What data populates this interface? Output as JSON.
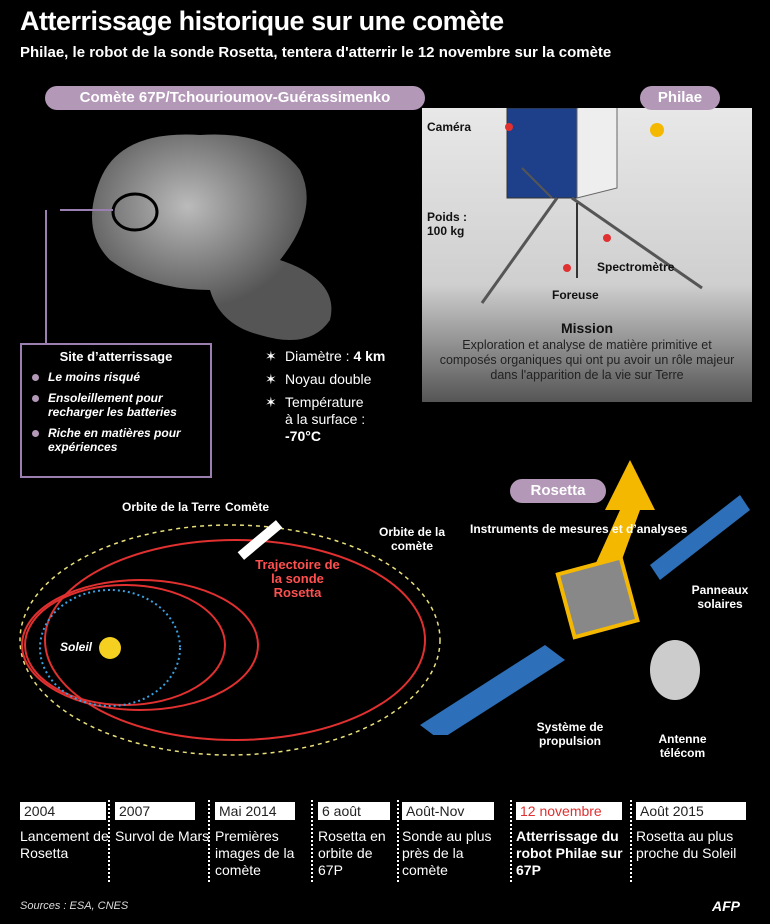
{
  "title": "Atterrissage historique sur une comète",
  "subtitle": "Philae, le robot de la sonde Rosetta, tentera d'atterrir le 12 novembre sur la comète",
  "comet": {
    "label": "Comète 67P/Tchourioumov-Guérassimenko",
    "site": {
      "title": "Site d’atterrissage",
      "items": [
        "Le moins risqué",
        "Ensoleillement pour recharger les batteries",
        "Riche  en matières pour expériences"
      ]
    },
    "facts": {
      "diam_label": "Diamètre : ",
      "diam_value": "4 km",
      "noyau": "Noyau double",
      "temp_label": "Température à la surface :",
      "temp_value": "-70°C"
    }
  },
  "philae": {
    "label": "Philae",
    "camera": "Caméra",
    "poids": "Poids :",
    "poids_value": "100 kg",
    "spectro": "Spectromètre",
    "foreuse": "Foreuse",
    "mission_title": "Mission",
    "mission_text": "Exploration et analyse de matière primitive et composés organiques qui ont pu avoir un rôle majeur dans l'apparition de la vie sur Terre"
  },
  "orbits": {
    "terre": "Orbite de la Terre",
    "comete_label": "Comète",
    "comete_orbit": "Orbite de la comète",
    "trajectoire": "Trajectoire de la sonde Rosetta",
    "soleil": "Soleil"
  },
  "rosetta": {
    "label": "Rosetta",
    "instruments": "Instruments de mesures et d’analyses",
    "panneaux": "Panneaux solaires",
    "propulsion": "Système de propulsion",
    "antenne": "Antenne télécom"
  },
  "timeline": [
    {
      "date": "2004",
      "desc": "Lancement de Rosetta"
    },
    {
      "date": "2007",
      "desc": "Survol de Mars"
    },
    {
      "date": "Mai 2014",
      "desc": "Premières images de la comète"
    },
    {
      "date": "6 août",
      "desc": "Rosetta en orbite de 67P"
    },
    {
      "date": "Août-Nov",
      "desc": "Sonde au plus près de la comète"
    },
    {
      "date": "12 novembre",
      "desc": "Atterrissage du robot Philae sur 67P",
      "highlight": true
    },
    {
      "date": "Août 2015",
      "desc": "Rosetta au plus proche du Soleil"
    }
  ],
  "sources": "Sources : ESA, CNES",
  "logo": "AFP",
  "colors": {
    "accent": "#b398b8",
    "red": "#e03030",
    "yellow": "#f5b800"
  }
}
